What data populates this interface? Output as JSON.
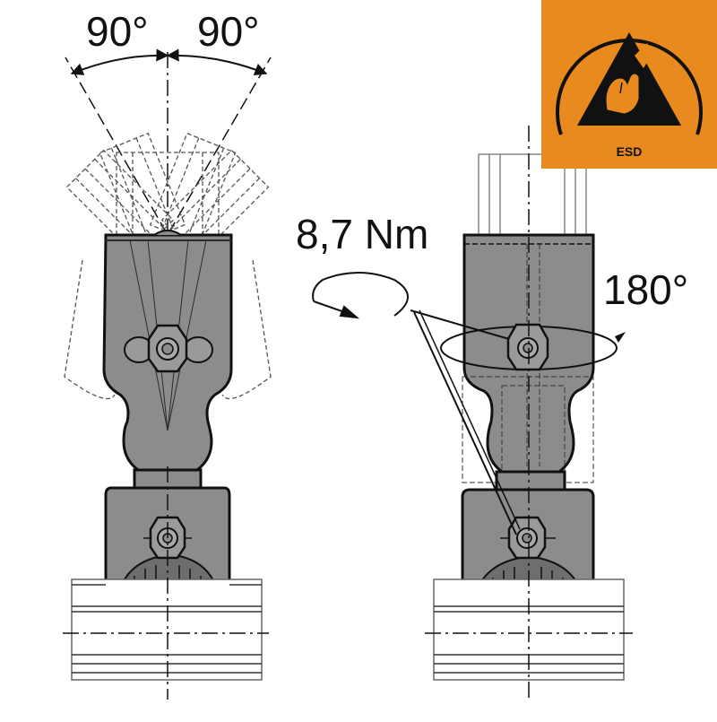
{
  "labels": {
    "angle_left": "90°",
    "angle_right": "90°",
    "torque": "8,7 Nm",
    "rotation": "180°"
  },
  "esd_badge": {
    "text": "ESD",
    "background": "#e88a1e"
  },
  "colors": {
    "part_fill": "#8c8c8c",
    "part_fill_dark": "#6e6e6e",
    "outline": "#1a1a1a",
    "ghost_line": "#555555"
  }
}
